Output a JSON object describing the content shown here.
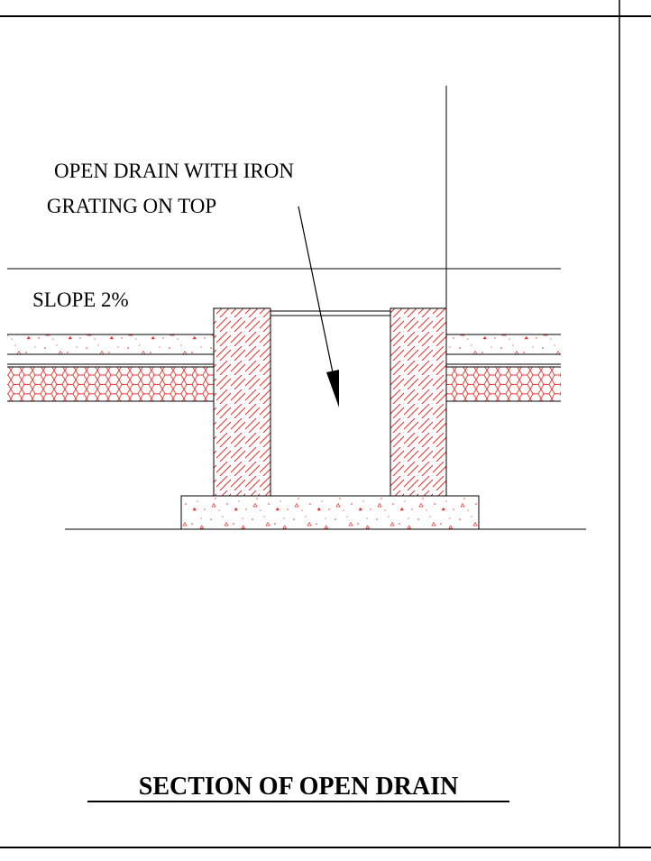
{
  "drawing": {
    "callout_line1": "OPEN DRAIN WITH IRON",
    "callout_line2": "GRATING ON TOP",
    "slope_label": "SLOPE 2%",
    "title": "SECTION OF OPEN DRAIN"
  },
  "colors": {
    "line": "#000000",
    "hatch": "#e8332e",
    "background": "#ffffff"
  }
}
